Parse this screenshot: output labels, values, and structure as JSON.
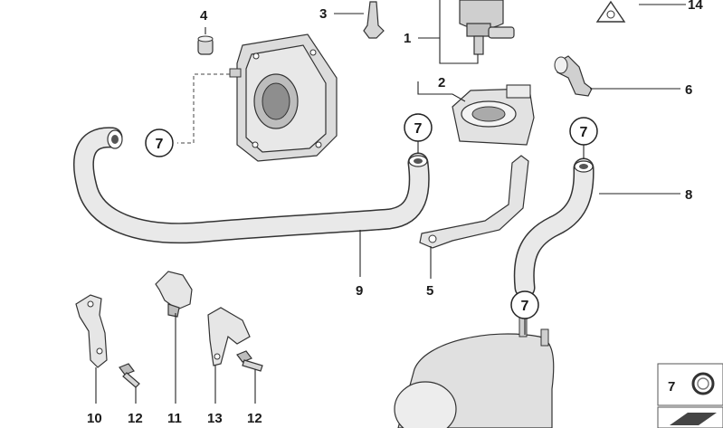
{
  "callouts": {
    "c1": "1",
    "c2": "2",
    "c3": "3",
    "c4": "4",
    "c5": "5",
    "c6": "6",
    "c8": "8",
    "c9": "9",
    "c10": "10",
    "c11": "11",
    "c12a": "12",
    "c12b": "12",
    "c13": "13",
    "c14": "14"
  },
  "circled_refs": {
    "r7_left": "7",
    "r7_mid": "7",
    "r7_right": "7",
    "r7_bottom": "7"
  },
  "legend_box": {
    "label": "7"
  }
}
